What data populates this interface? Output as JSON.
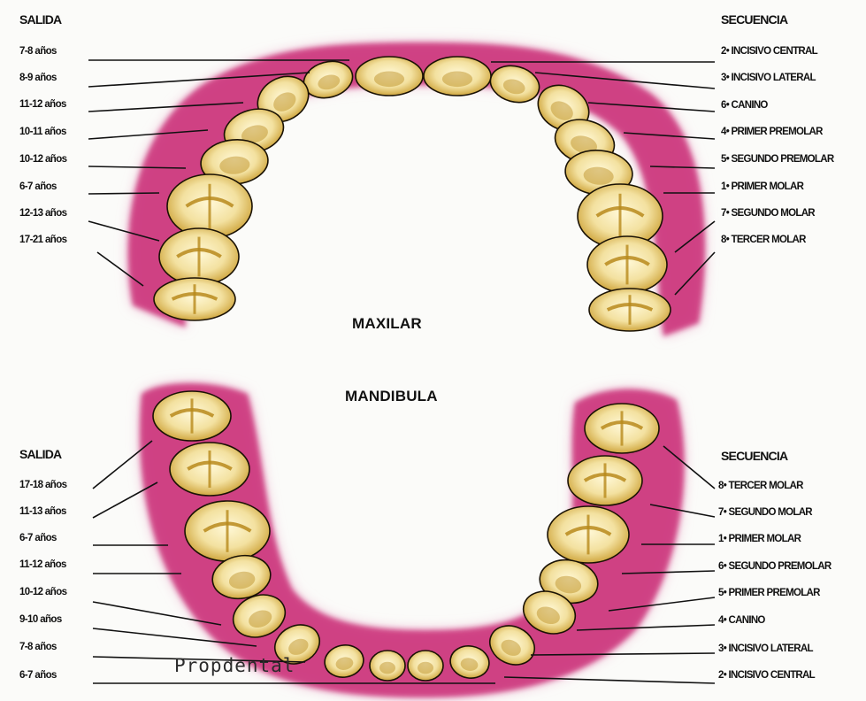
{
  "upper": {
    "eruption_header": "SALIDA",
    "sequence_header": "SECUENCIA",
    "jaw_label": "MAXILAR",
    "ages": [
      "7-8 años",
      "8-9 años",
      "11-12 años",
      "10-11 años",
      "10-12 años",
      "6-7 años",
      "12-13 años",
      "17-21 años"
    ],
    "sequence": [
      "2• INCISIVO CENTRAL",
      "3• INCISIVO LATERAL",
      "6• CANINO",
      "4• PRIMER PREMOLAR",
      "5• SEGUNDO PREMOLAR",
      "1• PRIMER MOLAR",
      "7• SEGUNDO MOLAR",
      "8• TERCER MOLAR"
    ]
  },
  "lower": {
    "eruption_header": "SALIDA",
    "sequence_header": "SECUENCIA",
    "jaw_label": "MANDIBULA",
    "ages": [
      "17-18 años",
      "11-13 años",
      "6-7 años",
      "11-12 años",
      "10-12 años",
      "9-10 años",
      "7-8 años",
      "6-7 años"
    ],
    "sequence": [
      "8• TERCER MOLAR",
      "7• SEGUNDO MOLAR",
      "1• PRIMER MOLAR",
      "6• SEGUNDO PREMOLAR",
      "5• PRIMER PREMOLAR",
      "4• CANINO",
      "3• INCISIVO LATERAL",
      "2• INCISIVO CENTRAL"
    ]
  },
  "watermark": "Propdental",
  "colors": {
    "gum": "#c8246f",
    "gum_light": "#eab0cb",
    "tooth": "#f6e9b8",
    "tooth_shadow": "#b8891c",
    "ink": "#111111"
  }
}
